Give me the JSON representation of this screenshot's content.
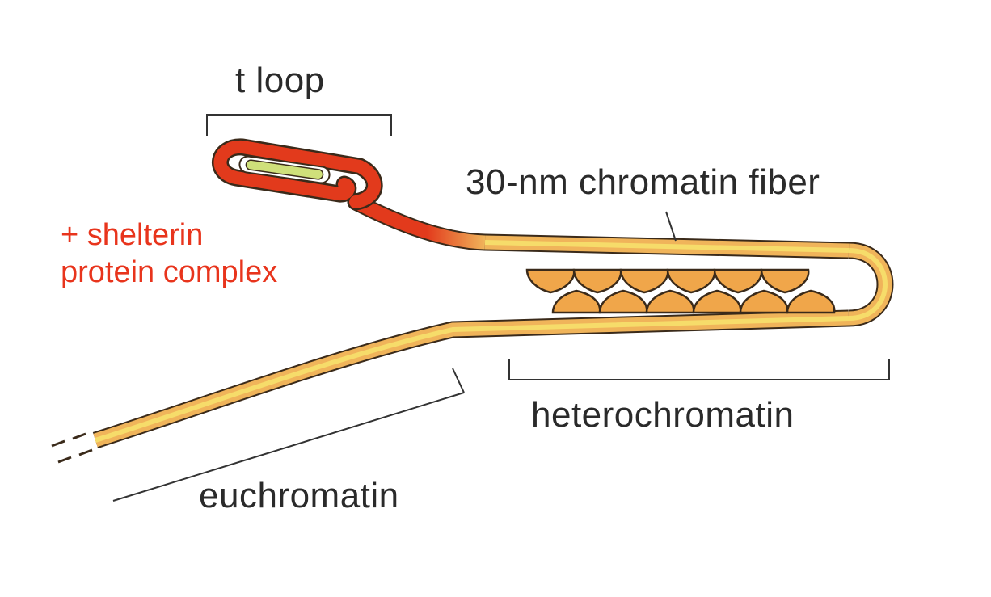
{
  "labels": {
    "t_loop": "t loop",
    "fiber": "30-nm chromatin fiber",
    "heterochromatin": "heterochromatin",
    "euchromatin": "euchromatin",
    "shelterin_line1": "+ shelterin",
    "shelterin_line2": "protein complex"
  },
  "colors": {
    "outline": "#3a2a1a",
    "fiber_fill": "#f0b45a",
    "fiber_highlight": "#f6dc6a",
    "shelterin_red": "#e23a1c",
    "loop_inner": "#cfe07a",
    "nucleosome": "#f0a64a",
    "bracket": "#333333",
    "label_dark": "#2a2a2a",
    "label_red": "#e8341c"
  }
}
